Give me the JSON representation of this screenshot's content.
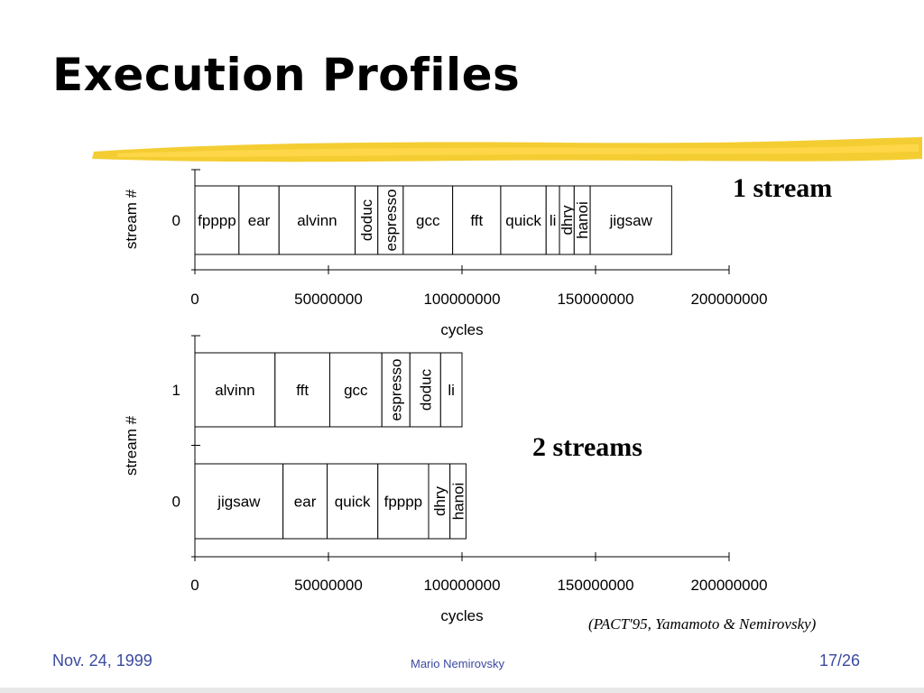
{
  "slide": {
    "title": "Execution Profiles",
    "annotation_one": "1 stream",
    "annotation_two": "2 streams",
    "citation": "(PACT'95, Yamamoto & Nemirovsky)",
    "footer_date": "Nov. 24, 1999",
    "footer_author": "Mario Nemirovsky",
    "footer_page": "17/26"
  },
  "colors": {
    "highlight": "#f2c40f",
    "footer_text": "#3b4aa0"
  },
  "chart_data": [
    {
      "type": "bar",
      "orientation": "horizontal",
      "stacked": true,
      "title": "1 stream",
      "xlabel": "cycles",
      "ylabel": "stream #",
      "xlim": [
        0,
        200000000
      ],
      "xticks": [
        0,
        50000000,
        100000000,
        150000000,
        200000000
      ],
      "xtick_labels": [
        "0",
        "50000000",
        "100000000",
        "150000000",
        "200000000"
      ],
      "streams": [
        {
          "label": "0",
          "segments": [
            {
              "name": "fpppp",
              "start": 0,
              "end": 16500000,
              "vertical": false
            },
            {
              "name": "ear",
              "start": 16500000,
              "end": 31500000,
              "vertical": false
            },
            {
              "name": "alvinn",
              "start": 31500000,
              "end": 60000000,
              "vertical": false
            },
            {
              "name": "doduc",
              "start": 60000000,
              "end": 68500000,
              "vertical": true
            },
            {
              "name": "espresso",
              "start": 68500000,
              "end": 78000000,
              "vertical": true
            },
            {
              "name": "gcc",
              "start": 78000000,
              "end": 96500000,
              "vertical": false
            },
            {
              "name": "fft",
              "start": 96500000,
              "end": 114500000,
              "vertical": false
            },
            {
              "name": "quick",
              "start": 114500000,
              "end": 131500000,
              "vertical": false
            },
            {
              "name": "li",
              "start": 131500000,
              "end": 136500000,
              "vertical": false
            },
            {
              "name": "dhry",
              "start": 136500000,
              "end": 142000000,
              "vertical": true
            },
            {
              "name": "hanoi",
              "start": 142000000,
              "end": 148000000,
              "vertical": true
            },
            {
              "name": "jigsaw",
              "start": 148000000,
              "end": 178500000,
              "vertical": false
            }
          ]
        }
      ]
    },
    {
      "type": "bar",
      "orientation": "horizontal",
      "stacked": true,
      "title": "2 streams",
      "xlabel": "cycles",
      "ylabel": "stream #",
      "xlim": [
        0,
        200000000
      ],
      "xticks": [
        0,
        50000000,
        100000000,
        150000000,
        200000000
      ],
      "xtick_labels": [
        "0",
        "50000000",
        "100000000",
        "150000000",
        "200000000"
      ],
      "streams": [
        {
          "label": "1",
          "segments": [
            {
              "name": "alvinn",
              "start": 0,
              "end": 30000000,
              "vertical": false
            },
            {
              "name": "fft",
              "start": 30000000,
              "end": 50500000,
              "vertical": false
            },
            {
              "name": "gcc",
              "start": 50500000,
              "end": 70000000,
              "vertical": false
            },
            {
              "name": "espresso",
              "start": 70000000,
              "end": 80500000,
              "vertical": true
            },
            {
              "name": "doduc",
              "start": 80500000,
              "end": 92000000,
              "vertical": true
            },
            {
              "name": "li",
              "start": 92000000,
              "end": 100000000,
              "vertical": false
            }
          ]
        },
        {
          "label": "0",
          "segments": [
            {
              "name": "jigsaw",
              "start": 0,
              "end": 33000000,
              "vertical": false
            },
            {
              "name": "ear",
              "start": 33000000,
              "end": 49500000,
              "vertical": false
            },
            {
              "name": "quick",
              "start": 49500000,
              "end": 68500000,
              "vertical": false
            },
            {
              "name": "fpppp",
              "start": 68500000,
              "end": 87500000,
              "vertical": false
            },
            {
              "name": "dhry",
              "start": 87500000,
              "end": 95500000,
              "vertical": true
            },
            {
              "name": "hanoi",
              "start": 95500000,
              "end": 101500000,
              "vertical": true
            }
          ]
        }
      ]
    }
  ]
}
